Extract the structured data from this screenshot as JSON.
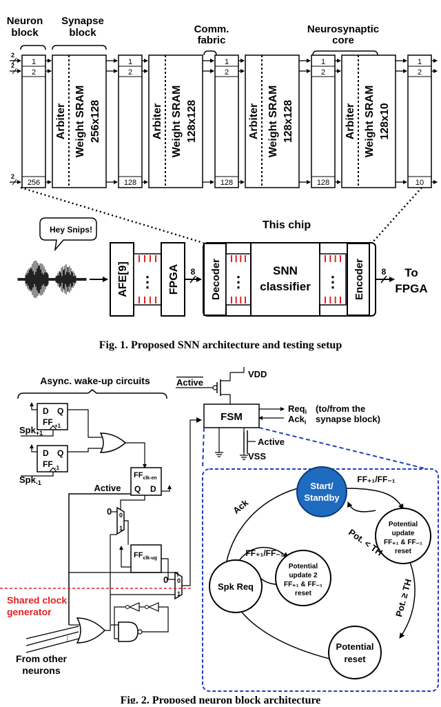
{
  "fig1": {
    "labels": {
      "neuron_block": [
        "Neuron",
        "block"
      ],
      "synapse_block": [
        "Synapse",
        "block"
      ],
      "comm_fabric": [
        "Comm.",
        "fabric"
      ],
      "neurosynaptic_core": "Neurosynaptic",
      "neurosynaptic_core_2": "core"
    },
    "neuron_columns": [
      {
        "top1": "1",
        "top2": "2",
        "bottom": "256"
      },
      {
        "top1": "1",
        "top2": "2",
        "bottom": "128"
      },
      {
        "top1": "1",
        "top2": "2",
        "bottom": "128"
      },
      {
        "top1": "1",
        "top2": "2",
        "bottom": "128"
      },
      {
        "top1": "1",
        "top2": "2",
        "bottom": "10"
      }
    ],
    "synapse_blocks": [
      {
        "arbiter": "Arbiter",
        "sram": "Weight SRAM",
        "size": "256x128"
      },
      {
        "arbiter": "Arbiter",
        "sram": "Weight SRAM",
        "size": "128x128"
      },
      {
        "arbiter": "Arbiter",
        "sram": "Weight SRAM",
        "size": "128x128"
      },
      {
        "arbiter": "Arbiter",
        "sram": "Weight SRAM",
        "size": "128x10"
      }
    ],
    "bus_width": "2",
    "speech_bubble": "Hey Snips!",
    "this_chip": "This chip",
    "afe": "AFE[9]",
    "fpga": "FPGA",
    "decoder": "Decoder",
    "snn": [
      "SNN",
      "classifier"
    ],
    "encoder": "Encoder",
    "bus8": "8",
    "to_fpga": [
      "To",
      "FPGA"
    ],
    "caption": "Fig. 1. Proposed SNN architecture and testing setup"
  },
  "fig2": {
    "async_title": "Async. wake-up circuits",
    "active_bar": "Active",
    "vdd": "VDD",
    "fsm": "FSM",
    "req": "Req",
    "req_sub": "i",
    "ack": "Ack",
    "ack_sub": "i",
    "to_from": [
      "(to/from the",
      "synapse block)"
    ],
    "active_nmos": "Active",
    "vss": "VSS",
    "ff_plus": {
      "d": "D",
      "q": "Q",
      "name": "FF",
      "sub": "+1"
    },
    "ff_minus": {
      "d": "D",
      "q": "Q",
      "name": "FF",
      "sub": "-1"
    },
    "spk_plus": {
      "name": "Spk",
      "sub": "+1"
    },
    "spk_minus": {
      "name": "Spk",
      "sub": "-1"
    },
    "ff_clk_en": {
      "name": "FF",
      "sub": "clk-en",
      "q": "Q",
      "d": "D"
    },
    "ff_clk_ug": {
      "name": "FF",
      "sub": "clk-ug"
    },
    "active_label": "Active",
    "mux_zero": "0",
    "mux_one": "1",
    "shared_clock": [
      "Shared clock",
      "generator"
    ],
    "from_other": [
      "From other",
      "neurons"
    ],
    "states": {
      "start": [
        "Start/",
        "Standby"
      ],
      "pot_update": [
        "Potential",
        "update",
        "FF₊₁ & FF₋₁",
        "reset"
      ],
      "pot_update2": [
        "Potential",
        "update 2",
        "FF₊₁ & FF₋₁",
        "reset"
      ],
      "spk_req": "Spk Req",
      "pot_reset": [
        "Potential",
        "reset"
      ]
    },
    "transitions": {
      "ack": "Ack",
      "ff_top": "FF₊₁/FF₋₁",
      "ff_mid": "FF₊₁/FF₋₁",
      "pot_lt": "Pot. < TH",
      "pot_ge": "Pot. ≥ TH"
    },
    "caption": "Fig. 2. Proposed neuron block architecture"
  }
}
